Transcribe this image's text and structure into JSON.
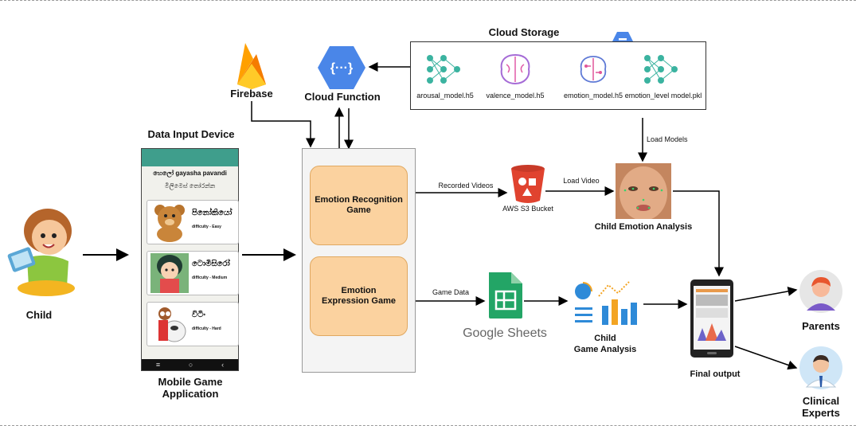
{
  "labels": {
    "child": "Child",
    "data_input_device": "Data Input Device",
    "mobile_game_app": [
      "Mobile Game",
      "Application"
    ],
    "firebase": "Firebase",
    "cloud_function": "Cloud Function",
    "cloud_storage": "Cloud Storage",
    "aws_s3": "AWS S3 Bucket",
    "child_emotion_analysis": "Child Emotion Analysis",
    "google_sheets": "Google Sheets",
    "child_game_analysis": [
      "Child",
      "Game Analysis"
    ],
    "final_output": "Final output",
    "parents": "Parents",
    "clinical_experts": [
      "Clinical",
      "Experts"
    ]
  },
  "games": {
    "recognition": [
      "Emotion Recognition",
      "Game"
    ],
    "expression": [
      "Emotion",
      "Expression Game"
    ]
  },
  "models": [
    "arousal_model.h5",
    "valence_model.h5",
    "emotion_model.h5",
    "emotion_level model.pkl"
  ],
  "edges": {
    "recorded_videos": "Recorded Videos",
    "load_video": "Load Video",
    "load_models": "Load Models",
    "game_data": "Game Data"
  },
  "phone": {
    "header": "හෙලෝ gayasha pavandi",
    "subheader": "මිලිමෙස් තෝරන්න",
    "rows": [
      {
        "title": "පිනෝකියෝ",
        "difficulty": "difficulty - Easy"
      },
      {
        "title": "ටොමිසිරෝ",
        "difficulty": "difficulty - Medium"
      },
      {
        "title": "විටිං",
        "difficulty": "difficulty - Hard"
      }
    ],
    "nav": [
      "≡",
      "○",
      "‹"
    ]
  },
  "colors": {
    "game_fill": "#fbd29f",
    "teal": "#3bb3a0",
    "gcp_blue": "#4a86e8",
    "s3_red": "#e0432f",
    "sheets_green": "#23a566"
  }
}
